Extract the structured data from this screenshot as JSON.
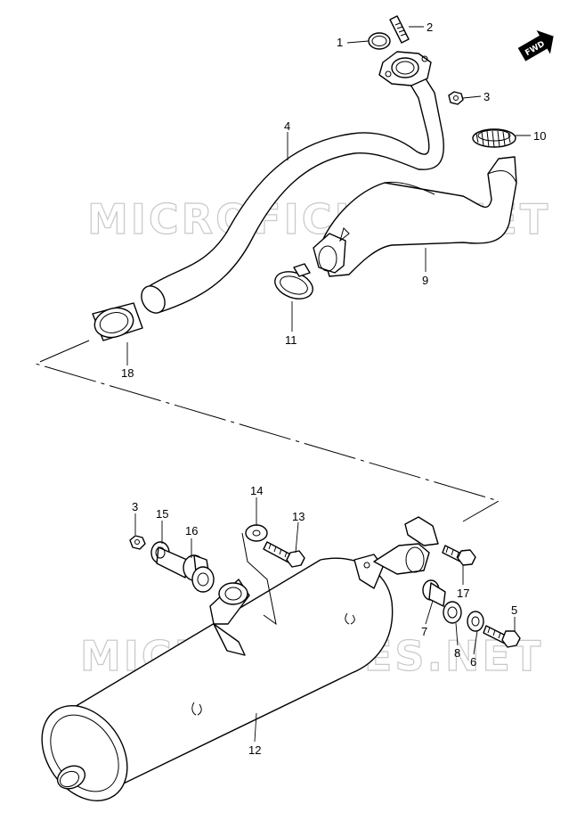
{
  "watermark": {
    "text": "MICROFICHES.NET",
    "color": "#c8c8c8"
  },
  "direction_badge": {
    "text": "FWD",
    "icon": "arrow-right-icon"
  },
  "callouts": [
    {
      "id": "1",
      "label": "1"
    },
    {
      "id": "2",
      "label": "2"
    },
    {
      "id": "3a",
      "label": "3"
    },
    {
      "id": "4",
      "label": "4"
    },
    {
      "id": "9",
      "label": "9"
    },
    {
      "id": "10",
      "label": "10"
    },
    {
      "id": "11",
      "label": "11"
    },
    {
      "id": "18",
      "label": "18"
    },
    {
      "id": "3b",
      "label": "3"
    },
    {
      "id": "15",
      "label": "15"
    },
    {
      "id": "16",
      "label": "16"
    },
    {
      "id": "14",
      "label": "14"
    },
    {
      "id": "13",
      "label": "13"
    },
    {
      "id": "17",
      "label": "17"
    },
    {
      "id": "5",
      "label": "5"
    },
    {
      "id": "7",
      "label": "7"
    },
    {
      "id": "8",
      "label": "8"
    },
    {
      "id": "6",
      "label": "6"
    },
    {
      "id": "12",
      "label": "12"
    }
  ]
}
